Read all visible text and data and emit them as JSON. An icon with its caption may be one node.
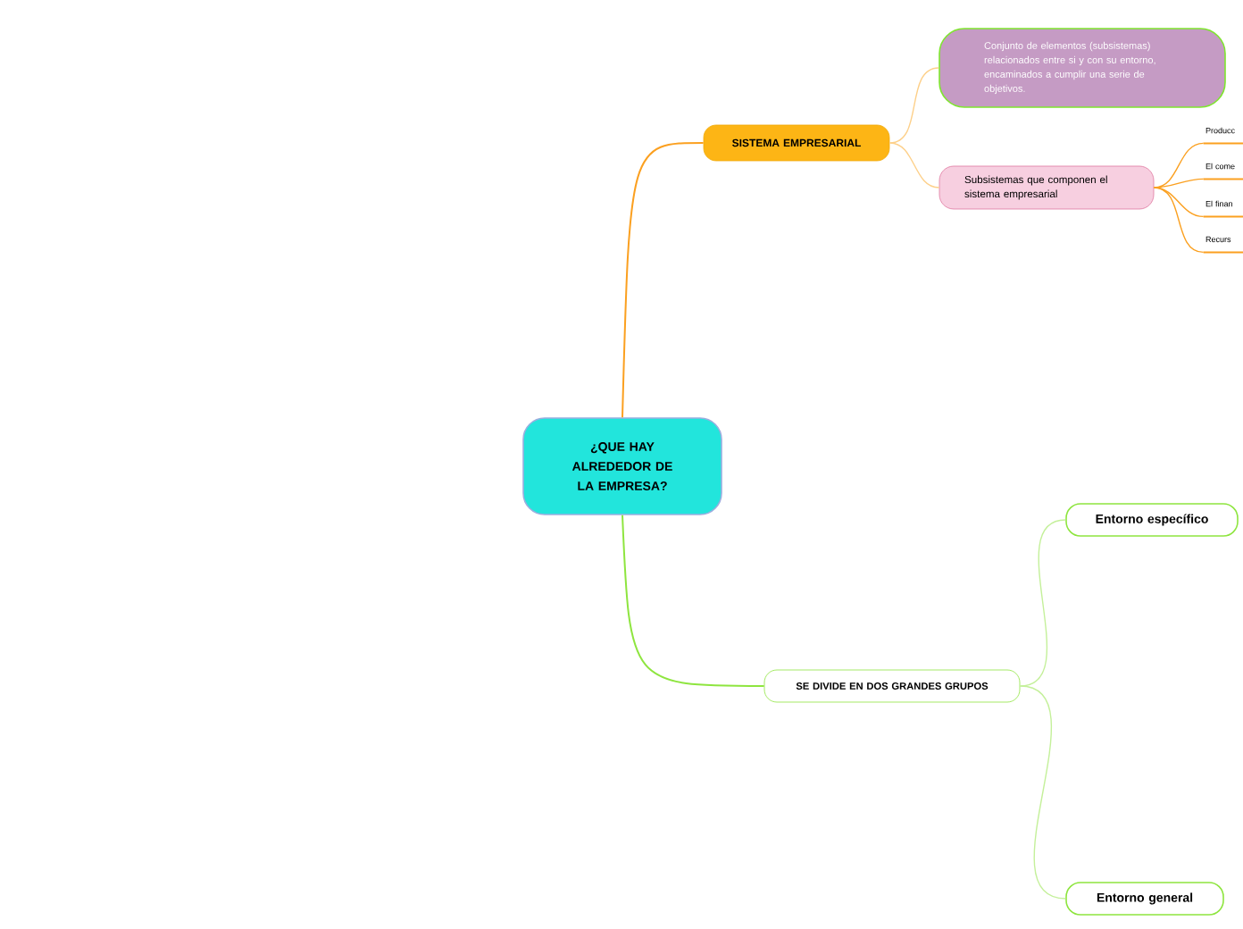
{
  "diagram": {
    "nodes": [
      {
        "text": [
          "¿QUE HAY ALREDEDOR DE LA EMPRESA?"
        ]
      },
      {
        "text": [
          "SISTEMA EMPRESARIAL"
        ]
      },
      {
        "text": [
          "Conjunto de elementos (subsistemas) relacionados entre si y con su entorno, encaminados a cumplir una serie de objetivos."
        ]
      },
      {
        "text": [
          "Subsistemas que componen el sistema empresarial"
        ]
      },
      {
        "text": [
          "Producc"
        ]
      },
      {
        "text": [
          "El come"
        ]
      },
      {
        "text": [
          "El finan"
        ]
      },
      {
        "text": [
          "Recurs"
        ]
      },
      {
        "text": [
          "SE DIVIDE EN DOS GRANDES GRUPOS"
        ]
      },
      {
        "text": [
          "Entorno específico"
        ]
      },
      {
        "text": [
          "Entorno general"
        ]
      }
    ],
    "edges": [
      {
        "from": 0,
        "to": 1,
        "arrow": "none"
      },
      {
        "from": 1,
        "to": 2,
        "arrow": "none",
        "color": "#fdd08a"
      },
      {
        "from": 1,
        "to": 3,
        "arrow": "none",
        "color": "#fdd08a"
      },
      {
        "from": 3,
        "to": 4,
        "arrow": "none"
      },
      {
        "from": 3,
        "to": 5,
        "arrow": "none"
      },
      {
        "from": 3,
        "to": 6,
        "arrow": "none"
      },
      {
        "from": 3,
        "to": 7,
        "arrow": "none"
      },
      {
        "from": 0,
        "to": 8,
        "arrow": "none",
        "color": "#8ee53f"
      },
      {
        "from": 8,
        "to": 9,
        "arrow": "none",
        "color": "#c4f09a"
      },
      {
        "from": 8,
        "to": 10,
        "arrow": "none",
        "color": "#c4f09a"
      }
    ]
  }
}
